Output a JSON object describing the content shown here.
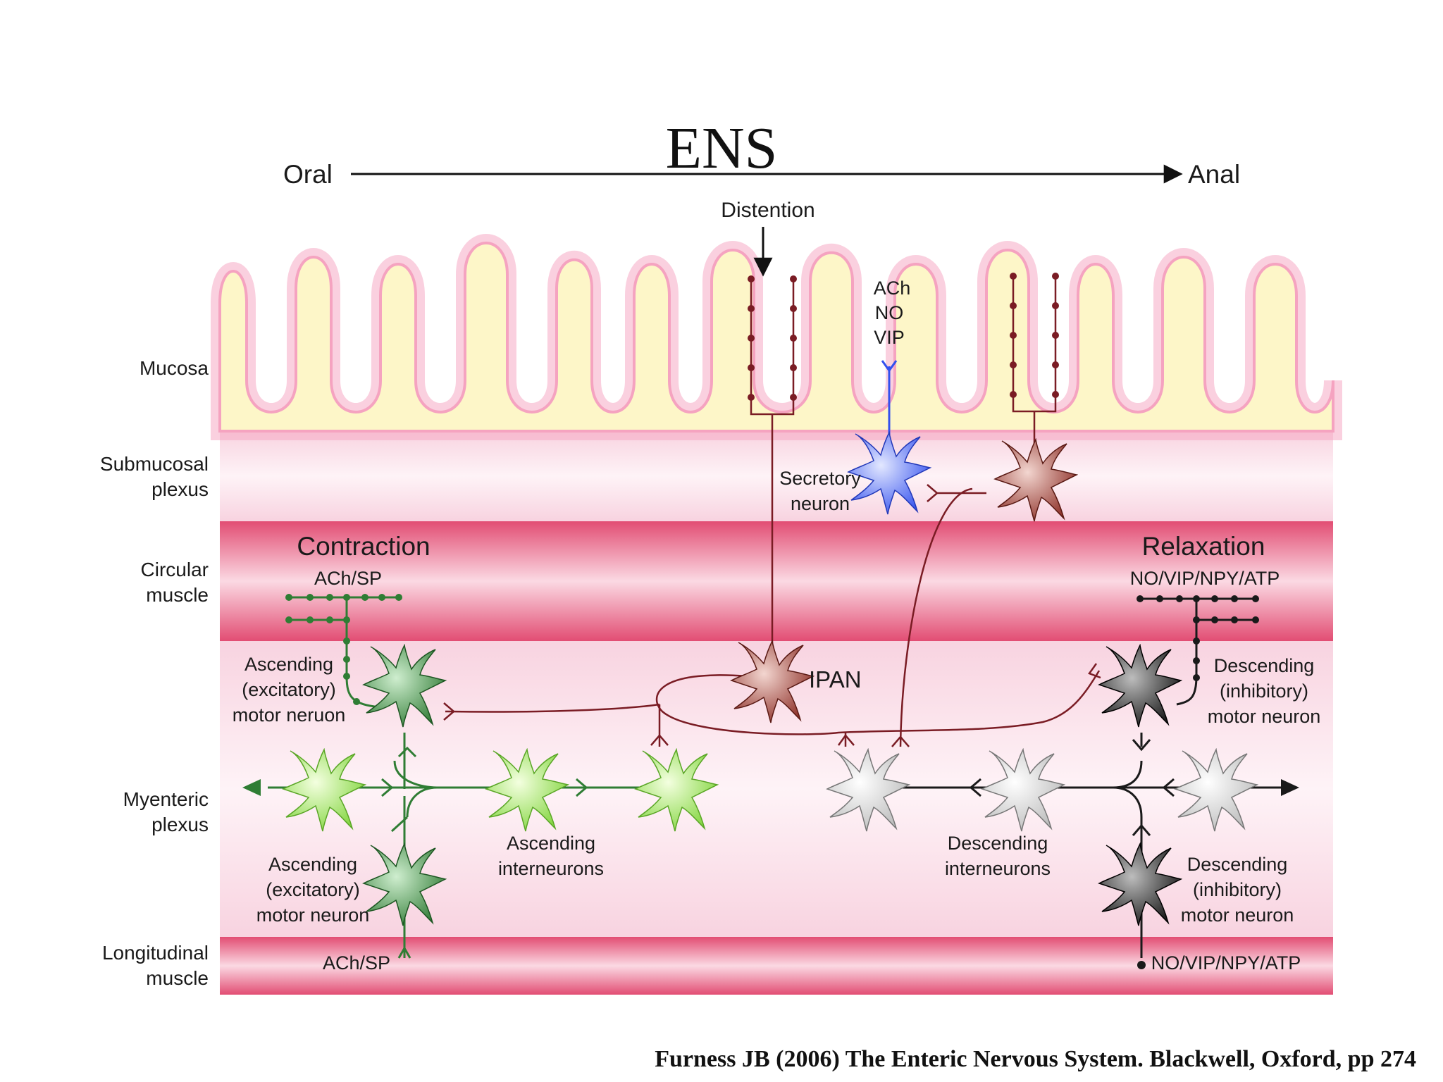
{
  "title": "ENS",
  "direction": {
    "oral": "Oral",
    "anal": "Anal"
  },
  "stimulus": "Distention",
  "mucosa_transmitters": [
    "ACh",
    "NO",
    "VIP"
  ],
  "layers": {
    "mucosa": [
      "Mucosa"
    ],
    "submucosal": [
      "Submucosal",
      "plexus"
    ],
    "circular": [
      "Circular",
      "muscle"
    ],
    "myenteric": [
      "Myenteric",
      "plexus"
    ],
    "longitudinal": [
      "Longitudinal",
      "muscle"
    ]
  },
  "contraction": {
    "title": "Contraction",
    "transmitter": "ACh/SP"
  },
  "relaxation": {
    "title": "Relaxation",
    "transmitter": "NO/VIP/NPY/ATP"
  },
  "neurons": {
    "secretory": [
      "Secretory",
      "neuron"
    ],
    "ipan": "IPAN",
    "asc_motor_top": [
      "Ascending",
      "(excitatory)",
      "motor neruon"
    ],
    "asc_motor_bottom": [
      "Ascending",
      "(excitatory)",
      "motor neuron"
    ],
    "asc_inter": [
      "Ascending",
      "interneurons"
    ],
    "desc_inter": [
      "Descending",
      "interneurons"
    ],
    "desc_motor_top": [
      "Descending",
      "(inhibitory)",
      "motor neuron"
    ],
    "desc_motor_bottom": [
      "Descending",
      "(inhibitory)",
      "motor neuron"
    ]
  },
  "longitudinal_transmitters": {
    "left": "ACh/SP",
    "right": "NO/VIP/NPY/ATP"
  },
  "citation": "Furness JB (2006) The Enteric Nervous System. Blackwell, Oxford, pp 274",
  "colors": {
    "mucosa": "#fdf6c8",
    "mucosa_glow": "#f6a9c4",
    "muscle": "#e8567a",
    "plexus": "#fbe3ec",
    "nerve": "#7a1c24",
    "excitatory": "#2f7d34",
    "interneuron_asc": "#8fe03a",
    "secretory": "#3a5ff0",
    "inhibitory": "#1a1a1a",
    "desc_interneuron": "#d8d8d8"
  }
}
